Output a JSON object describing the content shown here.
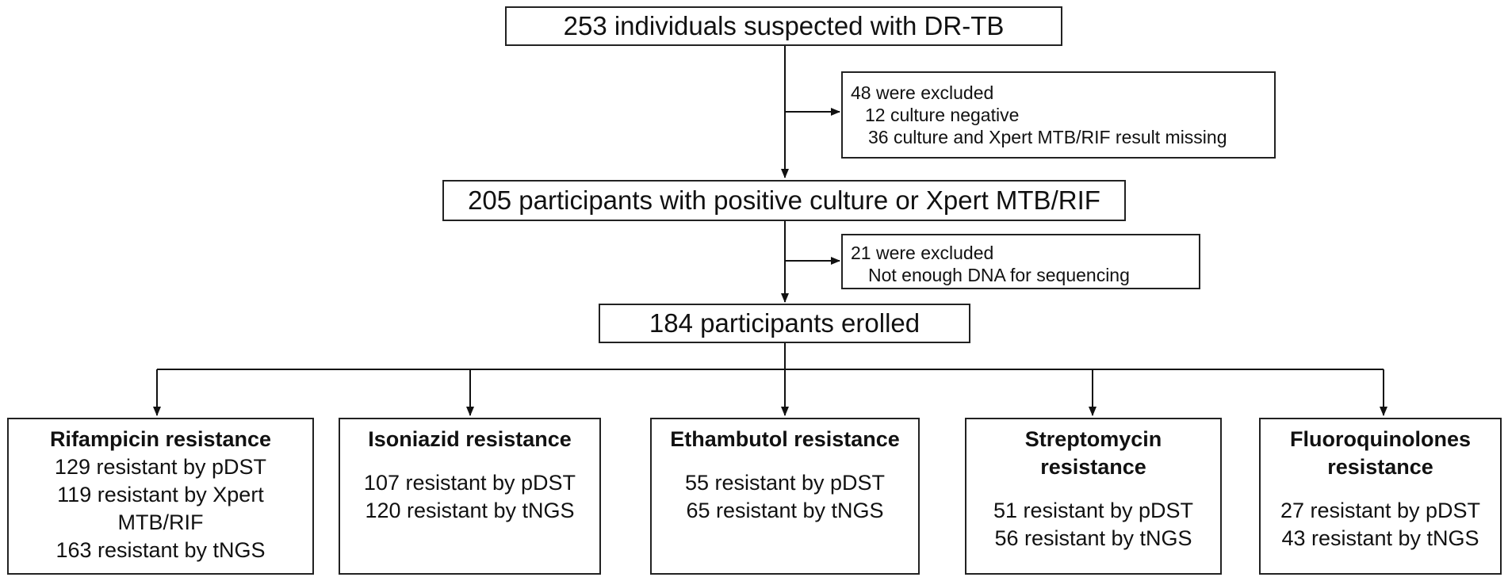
{
  "top_box": "253 individuals suspected with DR-TB",
  "excluded_1": {
    "heading": "48 were excluded",
    "lines": [
      "12 culture negative",
      "36 culture and Xpert MTB/RIF result missing"
    ]
  },
  "mid_box": "205 participants with positive culture or Xpert MTB/RIF",
  "excluded_2": {
    "heading": "21 were excluded",
    "lines": [
      "Not enough DNA for sequencing"
    ]
  },
  "enrolled_box": "184 participants erolled",
  "drugs": [
    {
      "title": [
        "Rifampicin resistance"
      ],
      "gap": false,
      "lines": [
        "129 resistant by pDST",
        "119 resistant by Xpert",
        "MTB/RIF",
        "163 resistant by tNGS"
      ]
    },
    {
      "title": [
        "Isoniazid resistance"
      ],
      "gap": true,
      "lines": [
        "107 resistant by pDST",
        "120 resistant by tNGS"
      ]
    },
    {
      "title": [
        "Ethambutol resistance"
      ],
      "gap": true,
      "lines": [
        "55 resistant by pDST",
        "65 resistant by tNGS"
      ]
    },
    {
      "title": [
        "Streptomycin",
        "resistance"
      ],
      "gap": true,
      "lines": [
        "51 resistant by pDST",
        "56 resistant by tNGS"
      ]
    },
    {
      "title": [
        "Fluoroquinolones",
        "resistance"
      ],
      "gap": true,
      "lines": [
        "27 resistant by pDST",
        "43 resistant by tNGS"
      ]
    }
  ]
}
